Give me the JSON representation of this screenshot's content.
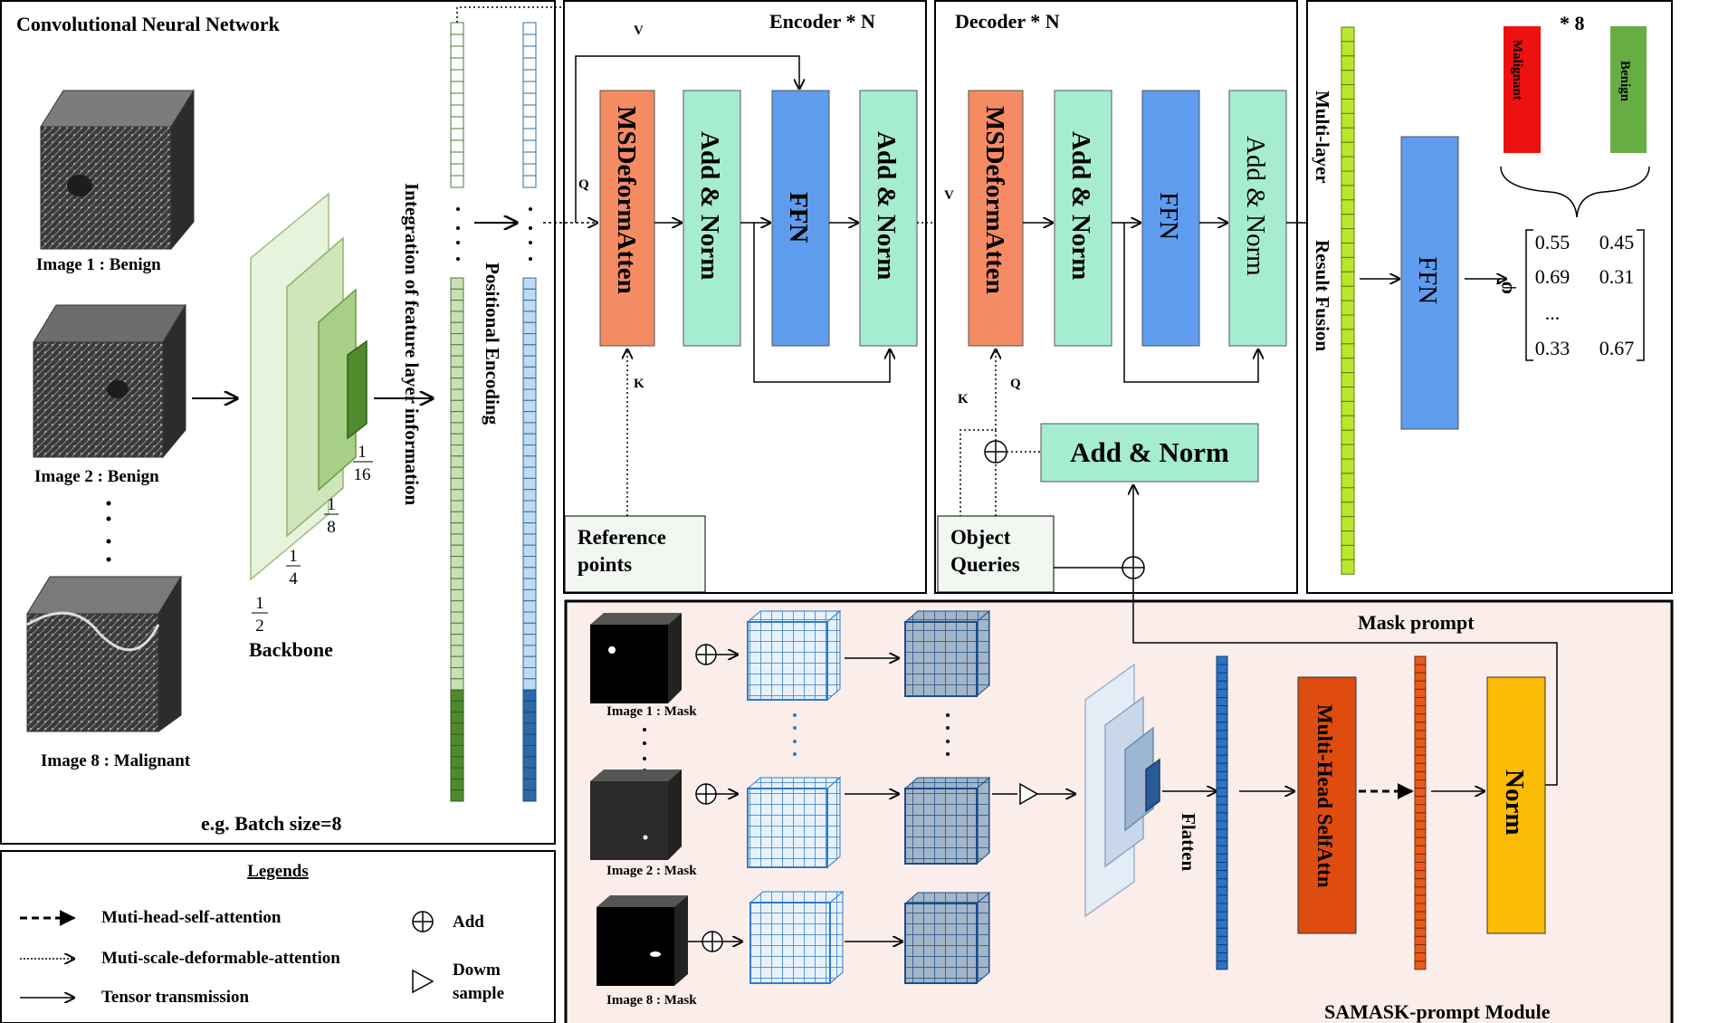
{
  "cnn": {
    "title": "Convolutional Neural Network",
    "images": [
      "Image 1 :  Benign",
      "Image 2 :  Benign",
      "Image 8 :  Malignant"
    ],
    "backbone_label": "Backbone",
    "fractions": [
      {
        "num": "1",
        "den": "2"
      },
      {
        "num": "1",
        "den": "4"
      },
      {
        "num": "1",
        "den": "8"
      },
      {
        "num": "1",
        "den": "16"
      }
    ],
    "batch_note": "e.g. Batch size=8",
    "integration_label": "Integration of feature layer information",
    "positional_label": "Positional Encoding"
  },
  "encoder": {
    "title": "Encoder * N",
    "msdeform": "MSDeformAtten",
    "addnorm": "Add & Norm",
    "ffn": "FFN",
    "reference": [
      "Reference",
      "points"
    ],
    "v": "V",
    "q": "Q",
    "k": "K"
  },
  "decoder": {
    "title": "Decoder * N",
    "msdeform": "MSDeformAtten",
    "addnorm": "Add & Norm",
    "ffn": "FFN",
    "addnorm_lower": "Add & Norm",
    "object_queries": [
      "Object",
      "Queries"
    ],
    "v": "V",
    "q": "Q",
    "k": "K"
  },
  "fusion": {
    "multi_layer": "Multi-layer",
    "result_fusion": "Result Fusion",
    "ffn": "FFN",
    "times": "* 8",
    "malignant": "Malignant",
    "benign": "Benign",
    "phi": "φ̂",
    "matrix": [
      [
        "0.55",
        "0.45"
      ],
      [
        "0.69",
        "0.31"
      ],
      [
        "...",
        ""
      ],
      [
        "0.33",
        "0.67"
      ]
    ]
  },
  "legend": {
    "title": "Legends",
    "items": [
      "Muti-head-self-attention",
      "Muti-scale-deformable-attention",
      "Tensor transmission"
    ],
    "add": "Add",
    "down": [
      "Dowm",
      "sample"
    ]
  },
  "samask": {
    "masks": [
      "Image 1 :  Mask",
      "Image 2 :  Mask",
      "Image 8 :  Mask"
    ],
    "flatten": "Flatten",
    "mhsa": "Multi-Head SelfAttn",
    "norm": "Norm",
    "mask_prompt": "Mask  prompt",
    "module_title": "SAMASK-prompt Module"
  },
  "colors": {
    "msdeform": "#f48b63",
    "addnorm": "#a6ecd0",
    "ffn": "#5f9cee",
    "green_bar": "#b8e82c",
    "samask_bg": "#fbeeea",
    "mhsa": "#de4c10",
    "norm": "#fcbb04",
    "malignant": "#ee1111",
    "benign": "#66ad43"
  }
}
